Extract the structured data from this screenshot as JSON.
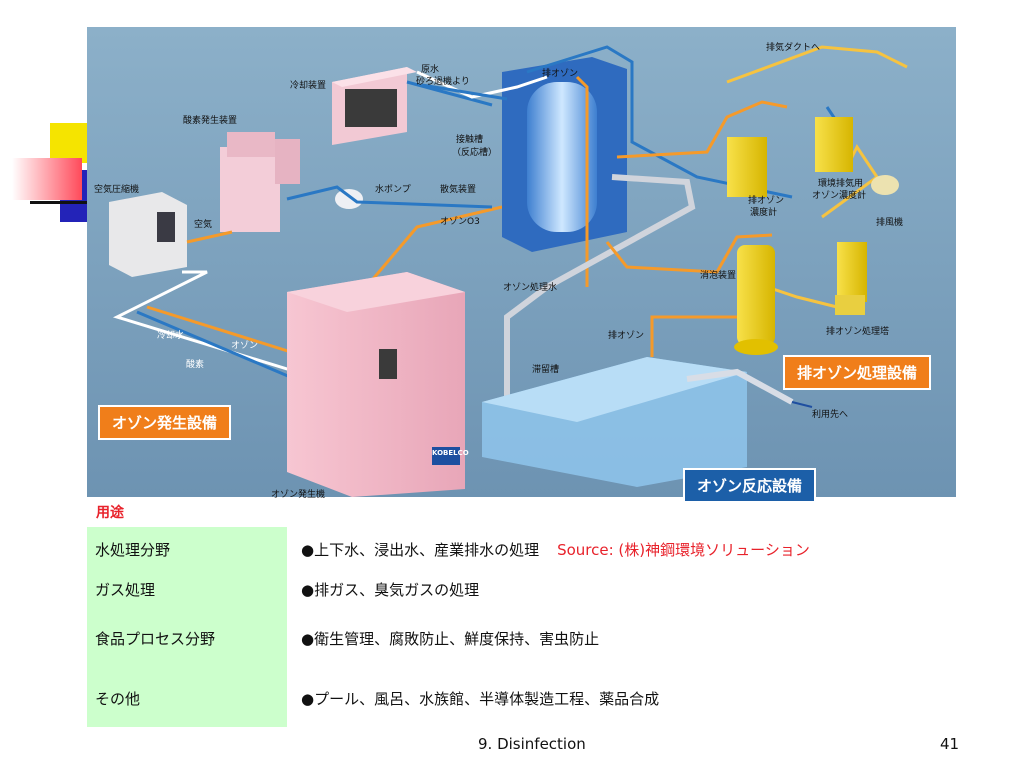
{
  "diagram": {
    "labels": {
      "cooling_unit": "冷却装置",
      "oxygen_generator": "酸素発生装置",
      "air_compressor": "空気圧縮機",
      "air": "空気",
      "water_pump": "水ポンプ",
      "raw_water": "原水",
      "from_filter": "砂ろ過機より",
      "exhaust_ozone_top": "排オゾン",
      "contact_tank": "接触槽",
      "reaction_tank": "（反応槽）",
      "diffuser": "散気装置",
      "ozone_o3": "オゾンO3",
      "to_exhaust_duct": "排気ダクトへ",
      "exhaust_ozone_meter_1": "排オゾン",
      "exhaust_ozone_meter_2": "濃度計",
      "env_meter_1": "環境排気用",
      "env_meter_2": "オゾン濃度計",
      "exhaust_fan": "排風機",
      "defoamer": "消泡装置",
      "ozone_treated_water": "オゾン処理水",
      "exhaust_ozone_mid": "排オゾン",
      "exhaust_treatment_tower": "排オゾン処理塔",
      "cooling_water": "冷却水",
      "ozone": "オゾン",
      "oxygen": "酸素",
      "retention_tank": "滞留槽",
      "to_use": "利用先へ",
      "ozone_generator": "オゾン発生機",
      "kobelco": "KOBELCO"
    },
    "banners": {
      "ozone_generation": "オゾン発生設備",
      "ozone_reaction": "オゾン反応設備",
      "exhaust_treatment": "排オゾン処理設備"
    }
  },
  "usage": {
    "title": "用途",
    "source": "Source: (株)神鋼環境ソリューション",
    "rows": [
      {
        "category": "水処理分野",
        "description": "●上下水、浸出水、産業排水の処理"
      },
      {
        "category": "ガス処理",
        "description": "●排ガス、臭気ガスの処理"
      },
      {
        "category": "食品プロセス分野",
        "description": "●衛生管理、腐敗防止、鮮度保持、害虫防止"
      },
      {
        "category": "その他",
        "description": "●プール、風呂、水族館、半導体製造工程、薬品合成"
      }
    ]
  },
  "footer": {
    "title": "9. Disinfection",
    "page_number": "41"
  },
  "colors": {
    "usage_title": "#e8222b",
    "category_bg": "#ccffcc",
    "orange_banner": "#f07e1a",
    "blue_banner": "#1c5fa8",
    "diagram_bg": "#7fa3bf"
  }
}
